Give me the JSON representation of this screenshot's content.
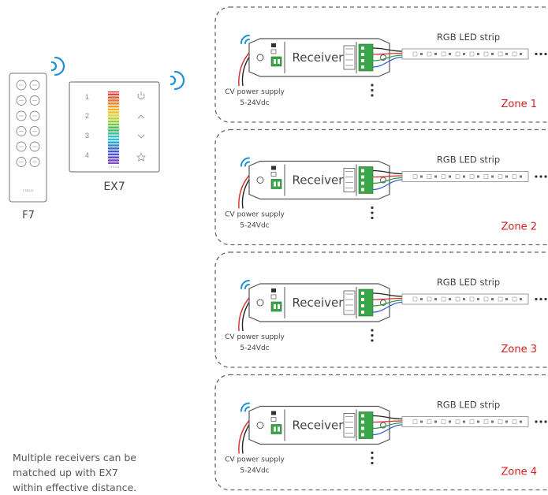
{
  "remotes": [
    {
      "model": "F7",
      "brand": "LTECH"
    },
    {
      "model": "EX7",
      "brand": "LTECH",
      "zone_keys": [
        "1",
        "2",
        "3",
        "4"
      ]
    }
  ],
  "zones": [
    {
      "label": "Zone 1",
      "receiver": "Receiver",
      "strip": "RGB LED strip",
      "power_line1": "CV power supply",
      "power_line2": "5-24Vdc"
    },
    {
      "label": "Zone 2",
      "receiver": "Receiver",
      "strip": "RGB LED strip",
      "power_line1": "CV power supply",
      "power_line2": "5-24Vdc"
    },
    {
      "label": "Zone 3",
      "receiver": "Receiver",
      "strip": "RGB LED strip",
      "power_line1": "CV power supply",
      "power_line2": "5-24Vdc"
    },
    {
      "label": "Zone 4",
      "receiver": "Receiver",
      "strip": "RGB LED strip",
      "power_line1": "CV power supply",
      "power_line2": "5-24Vdc"
    }
  ],
  "note_lines": [
    "Multiple receivers can be",
    "matched up with EX7",
    "within effective distance."
  ],
  "colors": {
    "zone_label": "#d42020",
    "wifi": "#1e90d8",
    "wire_red": "#d62a2a",
    "wire_green": "#2a9a3a",
    "wire_blue": "#2a5ad6",
    "terminal_green": "#3aa64a",
    "outline": "#555555",
    "dashed": "#666666"
  }
}
